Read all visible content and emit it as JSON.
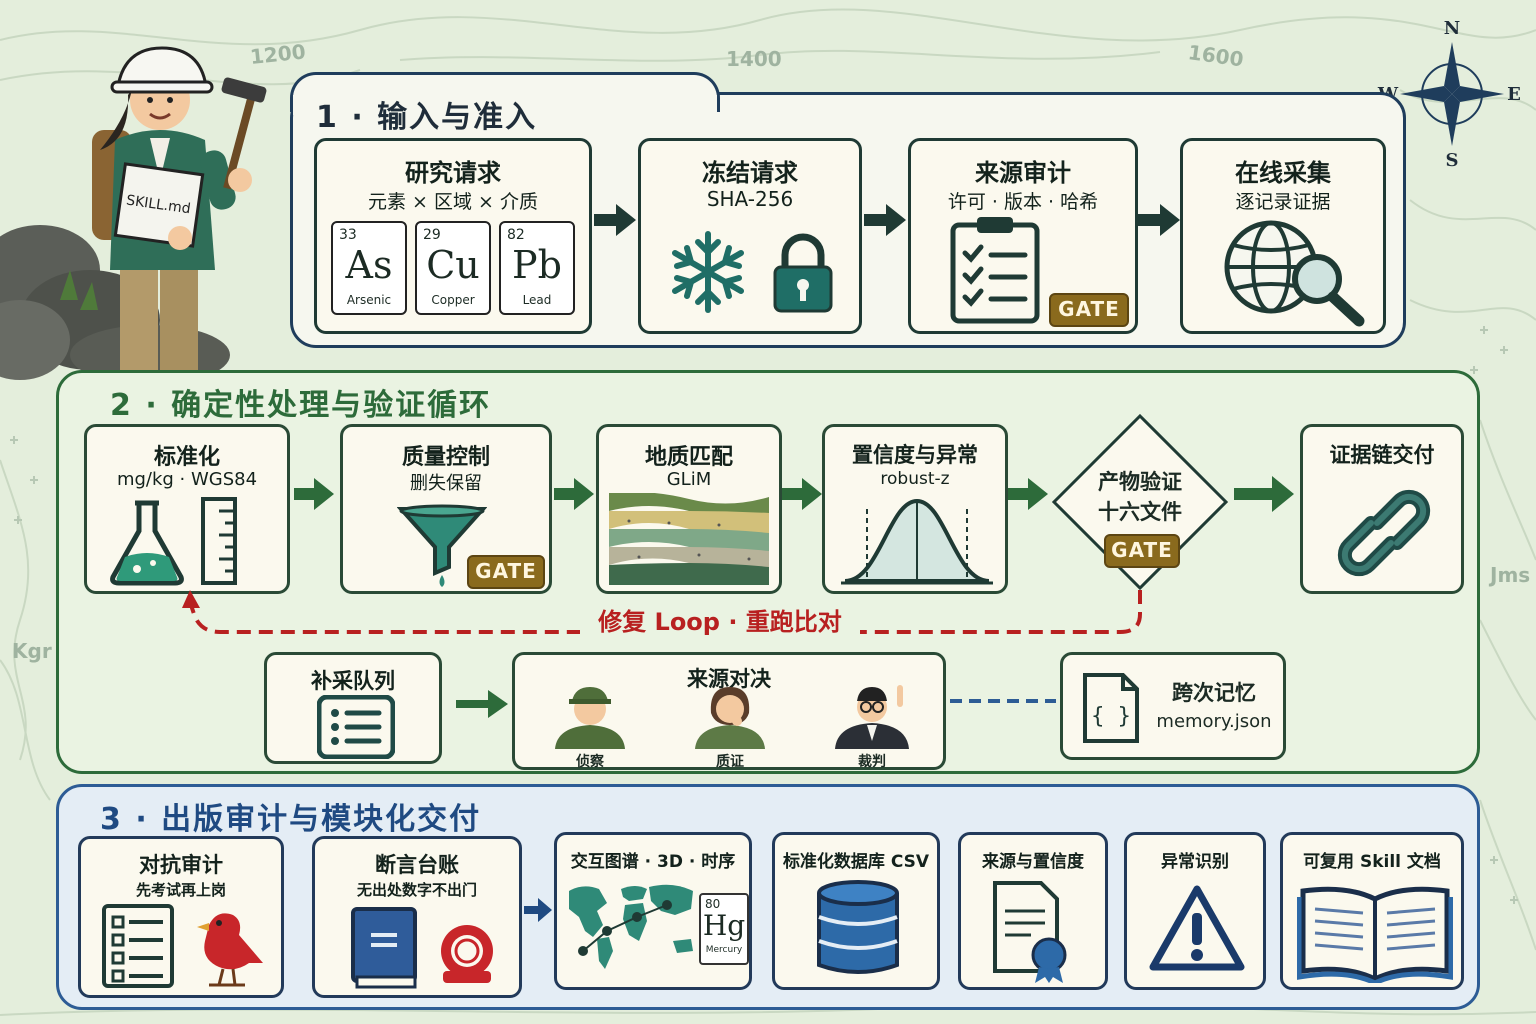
{
  "background": {
    "contour_labels": [
      "1200",
      "1400",
      "1600",
      "Kgr",
      "Jms"
    ],
    "compass": {
      "n": "N",
      "s": "S",
      "e": "E",
      "w": "W"
    }
  },
  "geologist": {
    "book_label": "SKILL.md"
  },
  "section1": {
    "title": "1 · 输入与准入",
    "cards": [
      {
        "title": "研究请求",
        "subtitle": "元素 × 区域 × 介质"
      },
      {
        "title": "冻结请求",
        "subtitle": "SHA-256"
      },
      {
        "title": "来源审计",
        "subtitle": "许可 · 版本 · 哈希"
      },
      {
        "title": "在线采集",
        "subtitle": "逐记录证据"
      }
    ],
    "elements": [
      {
        "number": "33",
        "symbol": "As",
        "name": "Arsenic"
      },
      {
        "number": "29",
        "symbol": "Cu",
        "name": "Copper"
      },
      {
        "number": "82",
        "symbol": "Pb",
        "name": "Lead"
      }
    ],
    "gate_label": "GATE"
  },
  "section2": {
    "title": "2 · 确定性处理与验证循环",
    "cards": [
      {
        "title": "标准化",
        "subtitle": "mg/kg · WGS84"
      },
      {
        "title": "质量控制",
        "subtitle": "删失保留"
      },
      {
        "title": "地质匹配",
        "subtitle": "GLiM"
      },
      {
        "title": "置信度与异常",
        "subtitle": "robust-z"
      },
      {
        "title": "产物验证",
        "subtitle": "十六文件"
      },
      {
        "title": "证据链交付",
        "subtitle": ""
      }
    ],
    "gate_label": "GATE",
    "loop_label": "修复 Loop · 重跑比对",
    "queue": {
      "title": "补采队列"
    },
    "duel": {
      "title": "来源对决",
      "roles": [
        "侦察",
        "质证",
        "裁判"
      ]
    },
    "memory": {
      "title": "跨次记忆",
      "file": "memory.json",
      "icon": "{ }"
    }
  },
  "section3": {
    "title": "3 · 出版审计与模块化交付",
    "cards": [
      {
        "title": "对抗审计",
        "subtitle": "先考试再上岗"
      },
      {
        "title": "断言台账",
        "subtitle": "无出处数字不出门"
      },
      {
        "title": "交互图谱 · 3D · 时序",
        "subtitle": ""
      },
      {
        "title": "标准化数据库 CSV",
        "subtitle": ""
      },
      {
        "title": "来源与置信度",
        "subtitle": ""
      },
      {
        "title": "异常识别",
        "subtitle": ""
      },
      {
        "title": "可复用 Skill 文档",
        "subtitle": ""
      }
    ],
    "element": {
      "number": "80",
      "symbol": "Hg",
      "name": "Mercury"
    }
  },
  "colors": {
    "section1_border": "#1f3d5c",
    "section2_border": "#2d6b3a",
    "section3_border": "#2d5c95",
    "gate": "#8a6a1d",
    "icon_teal": "#1f6e66",
    "loop_red": "#b82020"
  }
}
